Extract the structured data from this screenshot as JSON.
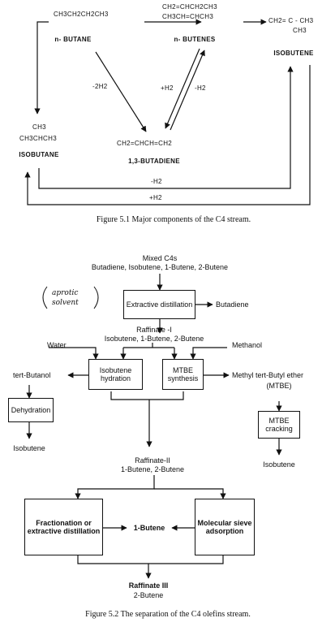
{
  "figure1": {
    "n_butane_formula": "CH3CH2CH2CH3",
    "n_butane_label": "n- BUTANE",
    "n_butenes_formula_1": "CH2=CHCH2CH3",
    "n_butenes_formula_2": "CH3CH=CHCH3",
    "n_butenes_label": "n- BUTENES",
    "isobutene_formula_main": "CH2= C - CH3",
    "isobutene_formula_branch": "CH3",
    "isobutene_label": "ISOBUTENE",
    "isobutane_formula_top": "CH3",
    "isobutane_formula_main": "CH3CHCH3",
    "isobutane_label": "ISOBUTANE",
    "butadiene_formula": "CH2=CHCH=CH2",
    "butadiene_label": "1,3-BUTADIENE",
    "minus_2h2": "-2H2",
    "plus_h2": "+H2",
    "minus_h2": "-H2",
    "bottom_minus_h2": "-H2",
    "bottom_plus_h2": "+H2",
    "caption": "Figure 5.1   Major components of the C4 stream."
  },
  "figure2": {
    "mixed_c4s": "Mixed C4s",
    "feed_components": "Butadiene, Isobutene, 1-Butene, 2-Butene",
    "note_aprotic": "aprotic",
    "note_solvent": "solvent",
    "extractive_distillation": "Extractive distillation",
    "butadiene_out": "Butadiene",
    "raffinate_1_title": "Raffinate -I",
    "raffinate_1_components": "Isobutene, 1-Butene, 2-Butene",
    "water": "Water",
    "methanol": "Methanol",
    "isobutene_hydration": "Isobutene hydration",
    "mtbe_synthesis": "MTBE synthesis",
    "tert_butanol": "tert-Butanol",
    "methyl_tert_butyl_ether": "Methyl tert-Butyl ether",
    "mtbe_abbrev": "(MTBE)",
    "dehydration": "Dehydration",
    "mtbe_cracking": "MTBE cracking",
    "isobutene_left": "Isobutene",
    "isobutene_right": "Isobutene",
    "raffinate_2_title": "Raffinate-II",
    "raffinate_2_components": "1-Butene, 2-Butene",
    "fractionation": "Fractionation or extractive distillation",
    "one_butene": "1-Butene",
    "molecular_sieve": "Molecular sieve adsorption",
    "raffinate_3_title": "Raffinate III",
    "two_butene": "2-Butene",
    "caption": "Figure 5.2   The separation of the C4 olefins stream."
  }
}
